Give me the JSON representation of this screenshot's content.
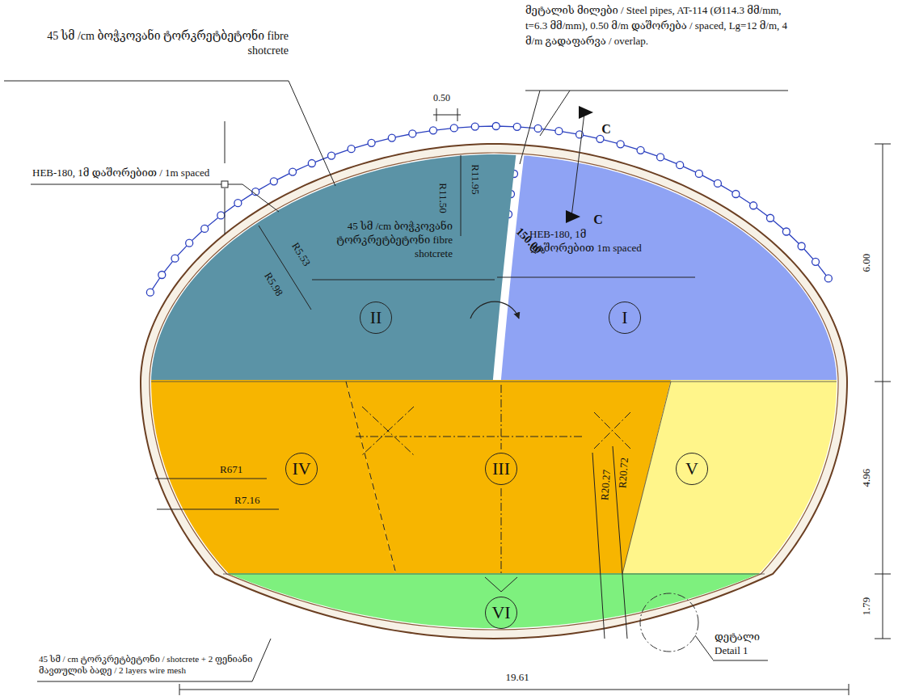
{
  "diagram": {
    "nodes": [
      {
        "text": [
          "II"
        ]
      },
      {
        "text": [
          "I"
        ]
      },
      {
        "text": [
          "IV"
        ]
      },
      {
        "text": [
          "III"
        ]
      },
      {
        "text": [
          "V"
        ]
      },
      {
        "text": [
          "VI"
        ]
      }
    ],
    "labels": [
      "მეტალის მილები / Steel pipes, AT-114 (Ø114.3 მმ/mm, t=6.3 მმ/mm), 0.50 მ/m დაშორება / spaced, Lg=12 მ/m, 4 მ/m გადაფარვა / overlap.",
      "45 სმ /cm ბოჭკოვანი ტორკრეტბეტონი fibre shotcrete",
      "0.50",
      "HEB-180, 1მ დაშორებით / 1m spaced",
      "C",
      "C",
      "R11.50",
      "R11.95",
      "45 სმ /cm ბოჭკოვანი ტორკრეტბეტონი fibre shotcrete",
      "HEB-180, 1მ დაშორებით 1m spaced",
      "R5.53",
      "R5.98",
      "150.00°",
      "6.00",
      "R671",
      "R7.16",
      "4.96",
      "R20.27",
      "R20.72",
      "1.79",
      "დეტალი Detail 1",
      "45 სმ / cm ტორკრეტბეტონი / shotcrete + 2 ფენიანი მავთულის ბადე / 2 layers wire mesh",
      "19.61"
    ]
  }
}
